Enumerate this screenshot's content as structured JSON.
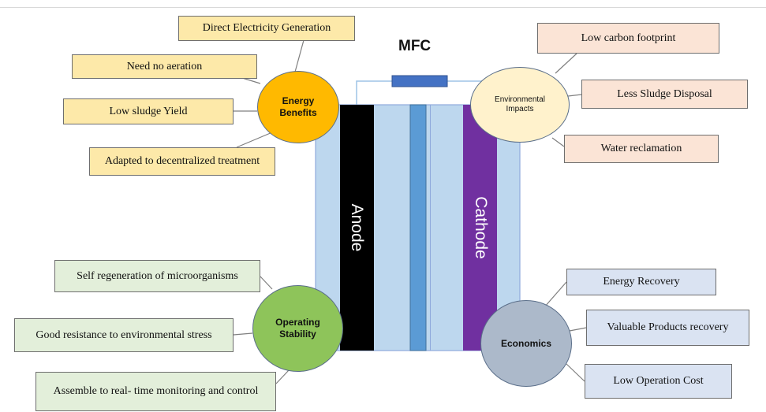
{
  "title": "MFC",
  "electrodes": {
    "anode": "Anode",
    "cathode": "Cathode"
  },
  "hubs": {
    "energy": "Energy Benefits",
    "environmental": "Environmental Impacts",
    "operating": "Operating Stability",
    "economics": "Economics"
  },
  "energy_benefits": [
    "Direct Electricity Generation",
    "Need no aeration",
    "Low sludge Yield",
    "Adapted to decentralized treatment"
  ],
  "environmental_impacts": [
    "Low carbon footprint",
    "Less Sludge Disposal",
    "Water reclamation"
  ],
  "operating_stability": [
    "Self regeneration of microorganisms",
    "Good resistance to environmental stress",
    "Assemble to real- time monitoring and control"
  ],
  "economics": [
    "Energy Recovery",
    "Valuable Products recovery",
    "Low Operation Cost"
  ],
  "colors": {
    "energy_circle": "#ffb900",
    "environment_circle": "#fff2cc",
    "operating_circle": "#8ec45a",
    "economics_circle": "#acb9ca",
    "anode": "#000000",
    "cathode": "#7030a0",
    "chamber": "#bdd7ee",
    "membrane": "#5b9bd5",
    "resistor": "#4472c4"
  }
}
